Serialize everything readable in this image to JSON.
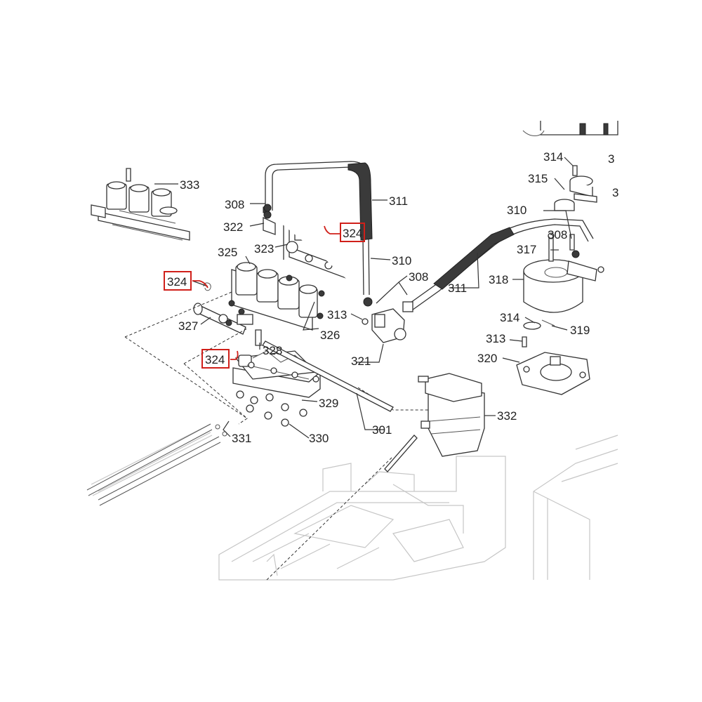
{
  "diagram": {
    "highlight_color": "#d0201a",
    "callouts": [
      {
        "id": "c333",
        "text": "333"
      },
      {
        "id": "c308a",
        "text": "308"
      },
      {
        "id": "c322",
        "text": "322"
      },
      {
        "id": "c324a",
        "text": "324",
        "highlighted": true
      },
      {
        "id": "c323",
        "text": "323"
      },
      {
        "id": "c311a",
        "text": "311"
      },
      {
        "id": "c310a",
        "text": "310"
      },
      {
        "id": "c325",
        "text": "325"
      },
      {
        "id": "c324b",
        "text": "324",
        "highlighted": true
      },
      {
        "id": "c308b",
        "text": "308"
      },
      {
        "id": "c313a",
        "text": "313"
      },
      {
        "id": "c327",
        "text": "327"
      },
      {
        "id": "c326",
        "text": "326"
      },
      {
        "id": "c324c",
        "text": "324",
        "highlighted": true
      },
      {
        "id": "c328",
        "text": "328"
      },
      {
        "id": "c321",
        "text": "321"
      },
      {
        "id": "c329",
        "text": "329"
      },
      {
        "id": "c301",
        "text": "301"
      },
      {
        "id": "c331",
        "text": "331"
      },
      {
        "id": "c330",
        "text": "330"
      },
      {
        "id": "c332",
        "text": "332"
      },
      {
        "id": "c314a",
        "text": "314"
      },
      {
        "id": "c3a",
        "text": "3"
      },
      {
        "id": "c315",
        "text": "315"
      },
      {
        "id": "c3b",
        "text": "3"
      },
      {
        "id": "c310b",
        "text": "310"
      },
      {
        "id": "c308c",
        "text": "308"
      },
      {
        "id": "c317",
        "text": "317"
      },
      {
        "id": "c318",
        "text": "318"
      },
      {
        "id": "c311b",
        "text": "311"
      },
      {
        "id": "c314b",
        "text": "314"
      },
      {
        "id": "c319",
        "text": "319"
      },
      {
        "id": "c313b",
        "text": "313"
      },
      {
        "id": "c320",
        "text": "320"
      }
    ]
  }
}
